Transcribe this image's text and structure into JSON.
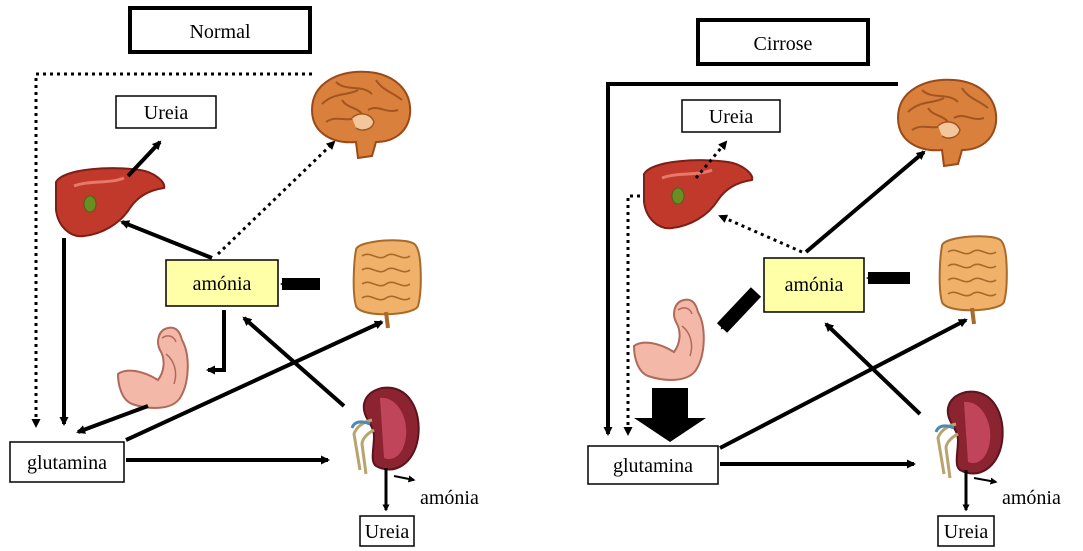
{
  "panels": {
    "normal": {
      "title": "Normal",
      "ammonia": "amónia",
      "urea_top": "Ureia",
      "urea_bottom": "Ureia",
      "glutamine": "glutamina",
      "kidney_ammonia": "amónia"
    },
    "cirrhosis": {
      "title": "Cirrose",
      "ammonia": "amónia",
      "urea_top": "Ureia",
      "urea_bottom": "Ureia",
      "glutamine": "glutamina",
      "kidney_ammonia": "amónia"
    }
  },
  "organs": [
    "brain-icon",
    "liver-icon",
    "intestine-icon",
    "muscle-arm-icon",
    "kidney-icon"
  ],
  "colors": {
    "ammonia_box": "#ffffa8",
    "organ_red": "#c0392b",
    "organ_orange": "#d9803c",
    "skin": "#f4b8a8",
    "kidney_dark": "#8b2430"
  }
}
